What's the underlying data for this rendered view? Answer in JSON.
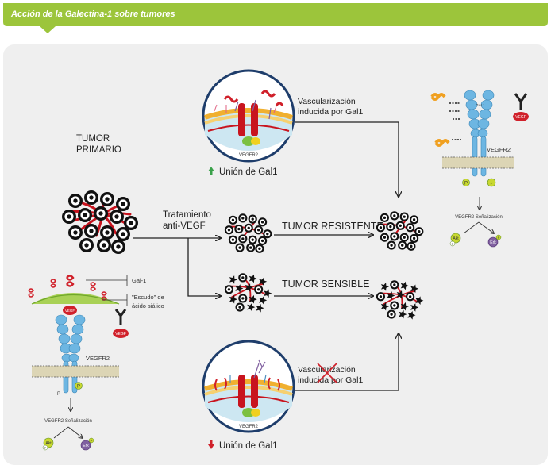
{
  "header": {
    "title": "Acción de la Galectina-1 sobre tumores"
  },
  "labels": {
    "tumor_primario_1": "TUMOR",
    "tumor_primario_2": "PRIMARIO",
    "tratamiento_1": "Tratamiento",
    "tratamiento_2": "anti-VEGF",
    "tumor_resistente": "TUMOR RESISTENTE",
    "tumor_sensible": "TUMOR SENSIBLE",
    "vasc_top_1": "Vascularización",
    "vasc_top_2": "inducida por Gal1",
    "vasc_bottom_1": "Vascularización",
    "vasc_bottom_2": "inducida por Gal1",
    "union_up": "Unión de Gal1",
    "union_down": "Unión de Gal1",
    "vegfr2_top_circle": "VEGFR2",
    "vegfr2_bottom_circle": "VEGFR2",
    "gal1_bracket": "Gal-1",
    "escudo_1": "\"Escudo\" de",
    "escudo_2": "ácido siálico",
    "vegf_left": "VEGF",
    "vegf_left_bound": "VEGF",
    "vegfr2_left": "VEGFR2",
    "signal_left": "VEGFR2 Señalización",
    "akt_left": "Akt",
    "erk_left": "Erk",
    "p_left_1": "P",
    "p_left_2": "P",
    "p_left_3": "P",
    "p_left_4": "P",
    "vegf_right": "VEGF",
    "vegfr2_right": "VEGFR2",
    "gal1_right": "GAL1",
    "signal_right": "VEGFR2 Señalización",
    "akt_right": "Akt",
    "erk_right": "Erk",
    "p_right_1": "P",
    "p_right_2": "P",
    "p_right_3": "P",
    "p_right_4": "P"
  },
  "colors": {
    "header_green": "#9cc53b",
    "panel_gray": "#efefef",
    "receptor_blue": "#6db6e2",
    "vessel_red": "#c8141e",
    "arrow_up_green": "#3aa14a",
    "arrow_down_red": "#d0202a",
    "gal1_orange": "#f0a020",
    "phospho_yellow": "#c8d830"
  }
}
